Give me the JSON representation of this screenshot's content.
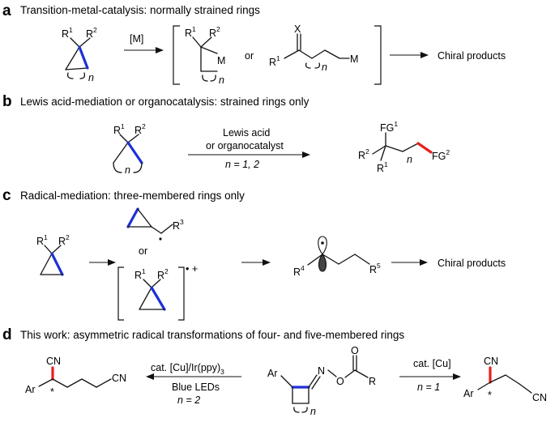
{
  "sections": {
    "a": {
      "letter": "a",
      "title": "Transition-metal-catalysis: normally strained rings",
      "reagent": "[M]",
      "or": "or",
      "product": "Chiral products",
      "r1": "R",
      "r2": "R",
      "sup1": "1",
      "sup2": "2",
      "n": "n",
      "metal": "M",
      "x": "X"
    },
    "b": {
      "letter": "b",
      "title": "Lewis acid-mediation or organocatalysis: strained rings only",
      "reagent_line1": "Lewis acid",
      "reagent_line2": "or organocatalyst",
      "condition": "n = 1, 2",
      "fg": "FG",
      "fg_sup1": "1",
      "fg_sup2": "2",
      "r1": "R",
      "r2": "R",
      "sup1": "1",
      "sup2": "2",
      "n": "n"
    },
    "c": {
      "letter": "c",
      "title": "Radical-mediation: three-membered rings only",
      "or": "or",
      "product": "Chiral products",
      "r": "R",
      "sup1": "1",
      "sup2": "2",
      "sup3": "3",
      "sup4": "4",
      "sup5": "5",
      "radical_cation": "• +"
    },
    "d": {
      "letter": "d",
      "title": "This work: asymmetric radical transformations of four- and five-membered rings",
      "left_line1": "cat. [Cu]/Ir(ppy)",
      "left_sub": "3",
      "left_line2": "Blue LEDs",
      "left_line3": "n = 2",
      "right_line1": "cat. [Cu]",
      "right_line2": "n = 1",
      "cn": "CN",
      "ar": "Ar",
      "o": "O",
      "n_atom": "N",
      "r": "R",
      "star": "*",
      "n": "n"
    }
  }
}
